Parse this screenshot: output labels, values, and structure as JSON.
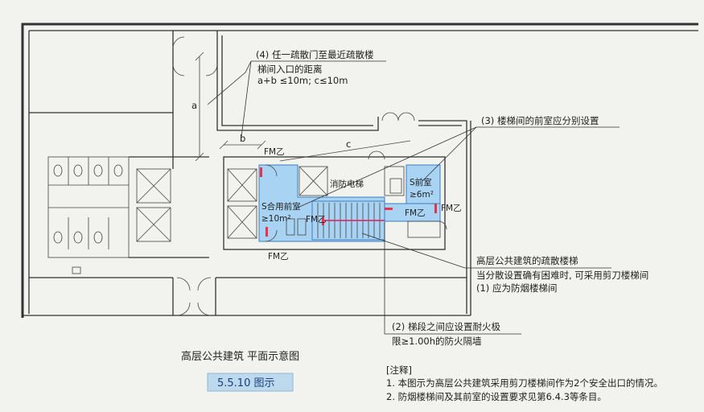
{
  "annotations": {
    "a1_line1": "(4) 任一疏散门至最近疏散楼",
    "a1_line2": "梯间入口的距离",
    "a1_line3": "a+b ≤10m; c≤10m",
    "a2": "(3) 楼梯间的前室应分别设置",
    "a3_line1": "高层公共建筑的疏散楼梯",
    "a3_line2": "当分散设置确有困难时, 可采用剪刀楼梯间",
    "a3_line3": "(1) 应为防烟楼梯间",
    "a4_line1": "(2) 梯段之间应设置耐火极",
    "a4_line2": "限≥1.00h的防火隔墙"
  },
  "dims": {
    "a": "a",
    "b": "b",
    "c": "c"
  },
  "rooms": {
    "fire_elevator": "消防电梯",
    "front_room_label": "S前室",
    "front_room_value": "≥6m²",
    "shared_front_label": "S合用前室",
    "shared_front_value": "≥10m²"
  },
  "fm_label": "FM乙",
  "caption": {
    "title": "高层公共建筑  平面示意图",
    "figure_no": "5.5.10 图示"
  },
  "notes": {
    "heading": "[注释]",
    "line1": "1. 本图示为高层公共建筑采用剪刀楼梯间作为2个安全出口的情况。",
    "line2": "2. 防烟楼梯间及其前室的设置要求见第6.4.3等条目。"
  },
  "colors": {
    "room_fill": "#a9d3f2",
    "room_stroke": "#3d7fc2",
    "fire_wall": "#d8336f",
    "door": "#e8324a"
  }
}
